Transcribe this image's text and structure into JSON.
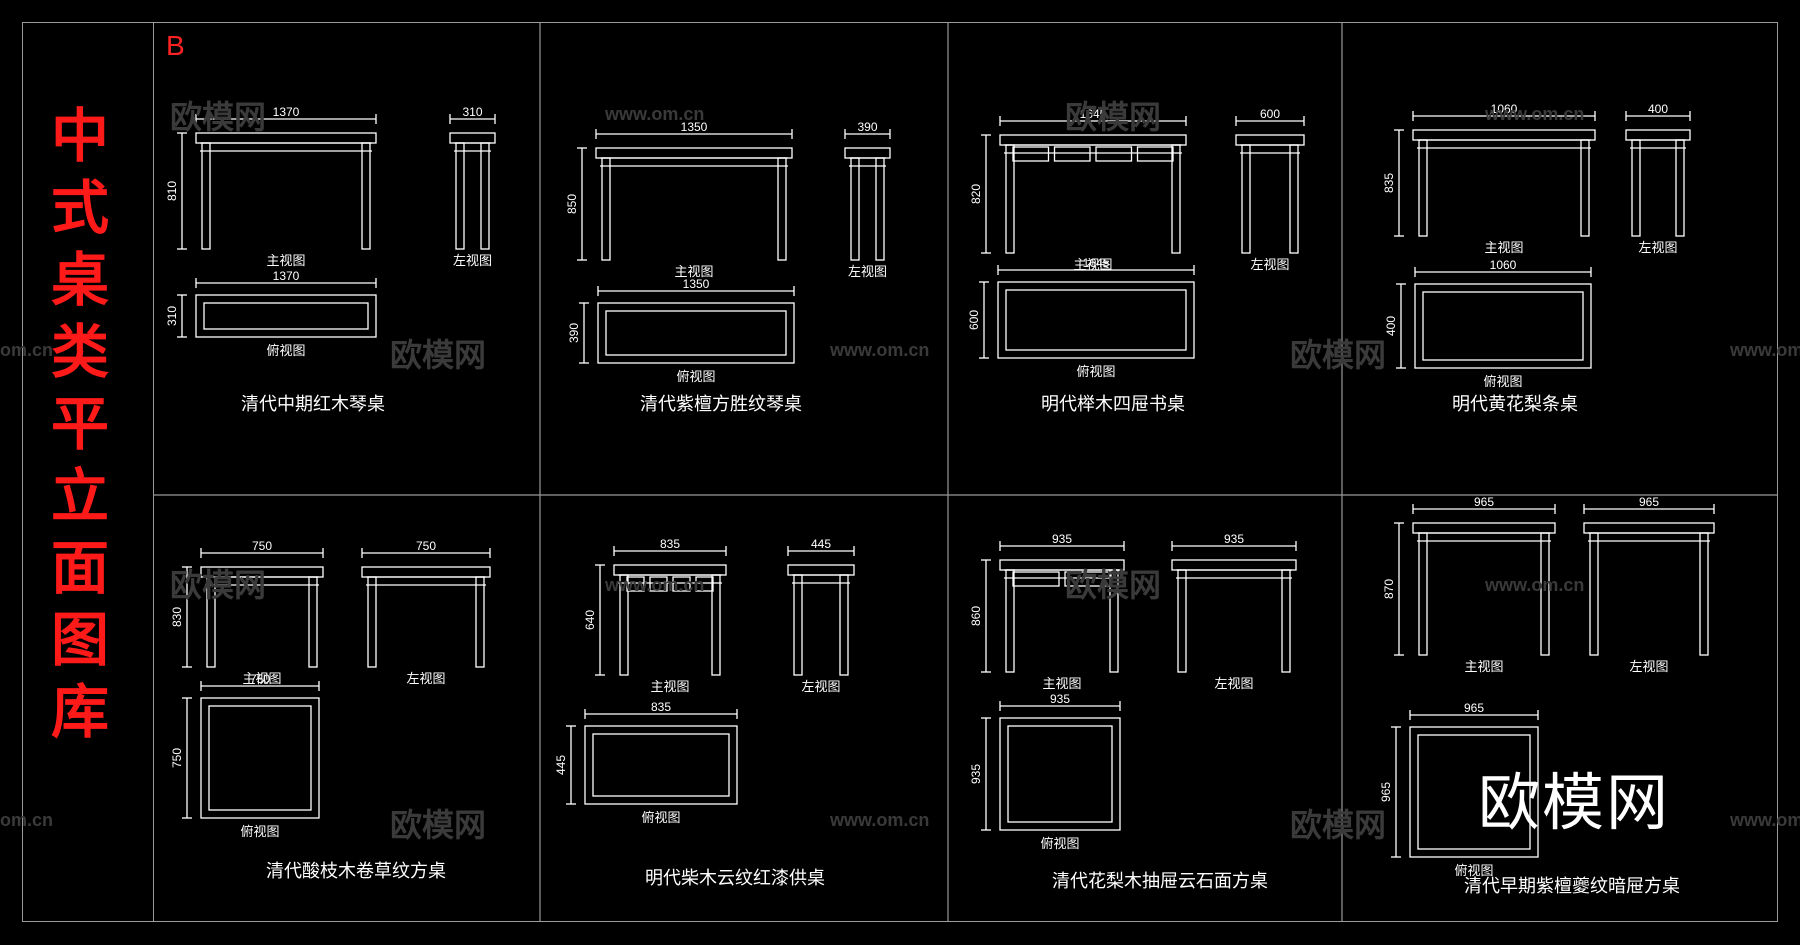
{
  "title_chars": [
    "中",
    "式",
    "桌",
    "类",
    "平",
    "立",
    "面",
    "图",
    "库"
  ],
  "sheet_code": "B",
  "watermark": "欧模网",
  "watermark_url": "www.om.cn",
  "watermark_url_short": "om.cn",
  "labels": {
    "front": "主视图",
    "left": "左视图",
    "top": "俯视图"
  },
  "tables": [
    {
      "name": "清代中期红木琴桌",
      "w": "1370",
      "h": "810",
      "d": "310",
      "tw": "1370",
      "td": "310"
    },
    {
      "name": "清代紫檀方胜纹琴桌",
      "w": "1350",
      "h": "850",
      "d": "390",
      "tw": "1350",
      "td": "390"
    },
    {
      "name": "明代榉木四屉书桌",
      "w": "1645",
      "h": "820",
      "d": "600",
      "tw": "1645",
      "td": "600"
    },
    {
      "name": "明代黄花梨条桌",
      "w": "1060",
      "h": "835",
      "d": "400",
      "tw": "1060",
      "td": "400"
    },
    {
      "name": "清代酸枝木卷草纹方桌",
      "w": "750",
      "h": "830",
      "d": "750",
      "tw": "750",
      "td": "750"
    },
    {
      "name": "明代柴木云纹红漆供桌",
      "w": "835",
      "h": "640",
      "d": "445",
      "tw": "835",
      "td": "445"
    },
    {
      "name": "清代花梨木抽屉云石面方桌",
      "w": "935",
      "h": "860",
      "d": "935",
      "tw": "935",
      "td": "935"
    },
    {
      "name": "清代早期紫檀夔纹暗屉方桌",
      "w": "965",
      "h": "870",
      "d": "965",
      "tw": "965",
      "td": "965"
    }
  ],
  "colors": {
    "title": "#ff1a1a",
    "line": "#ffffff",
    "frame": "#9a9a9a",
    "bg": "#000000"
  }
}
